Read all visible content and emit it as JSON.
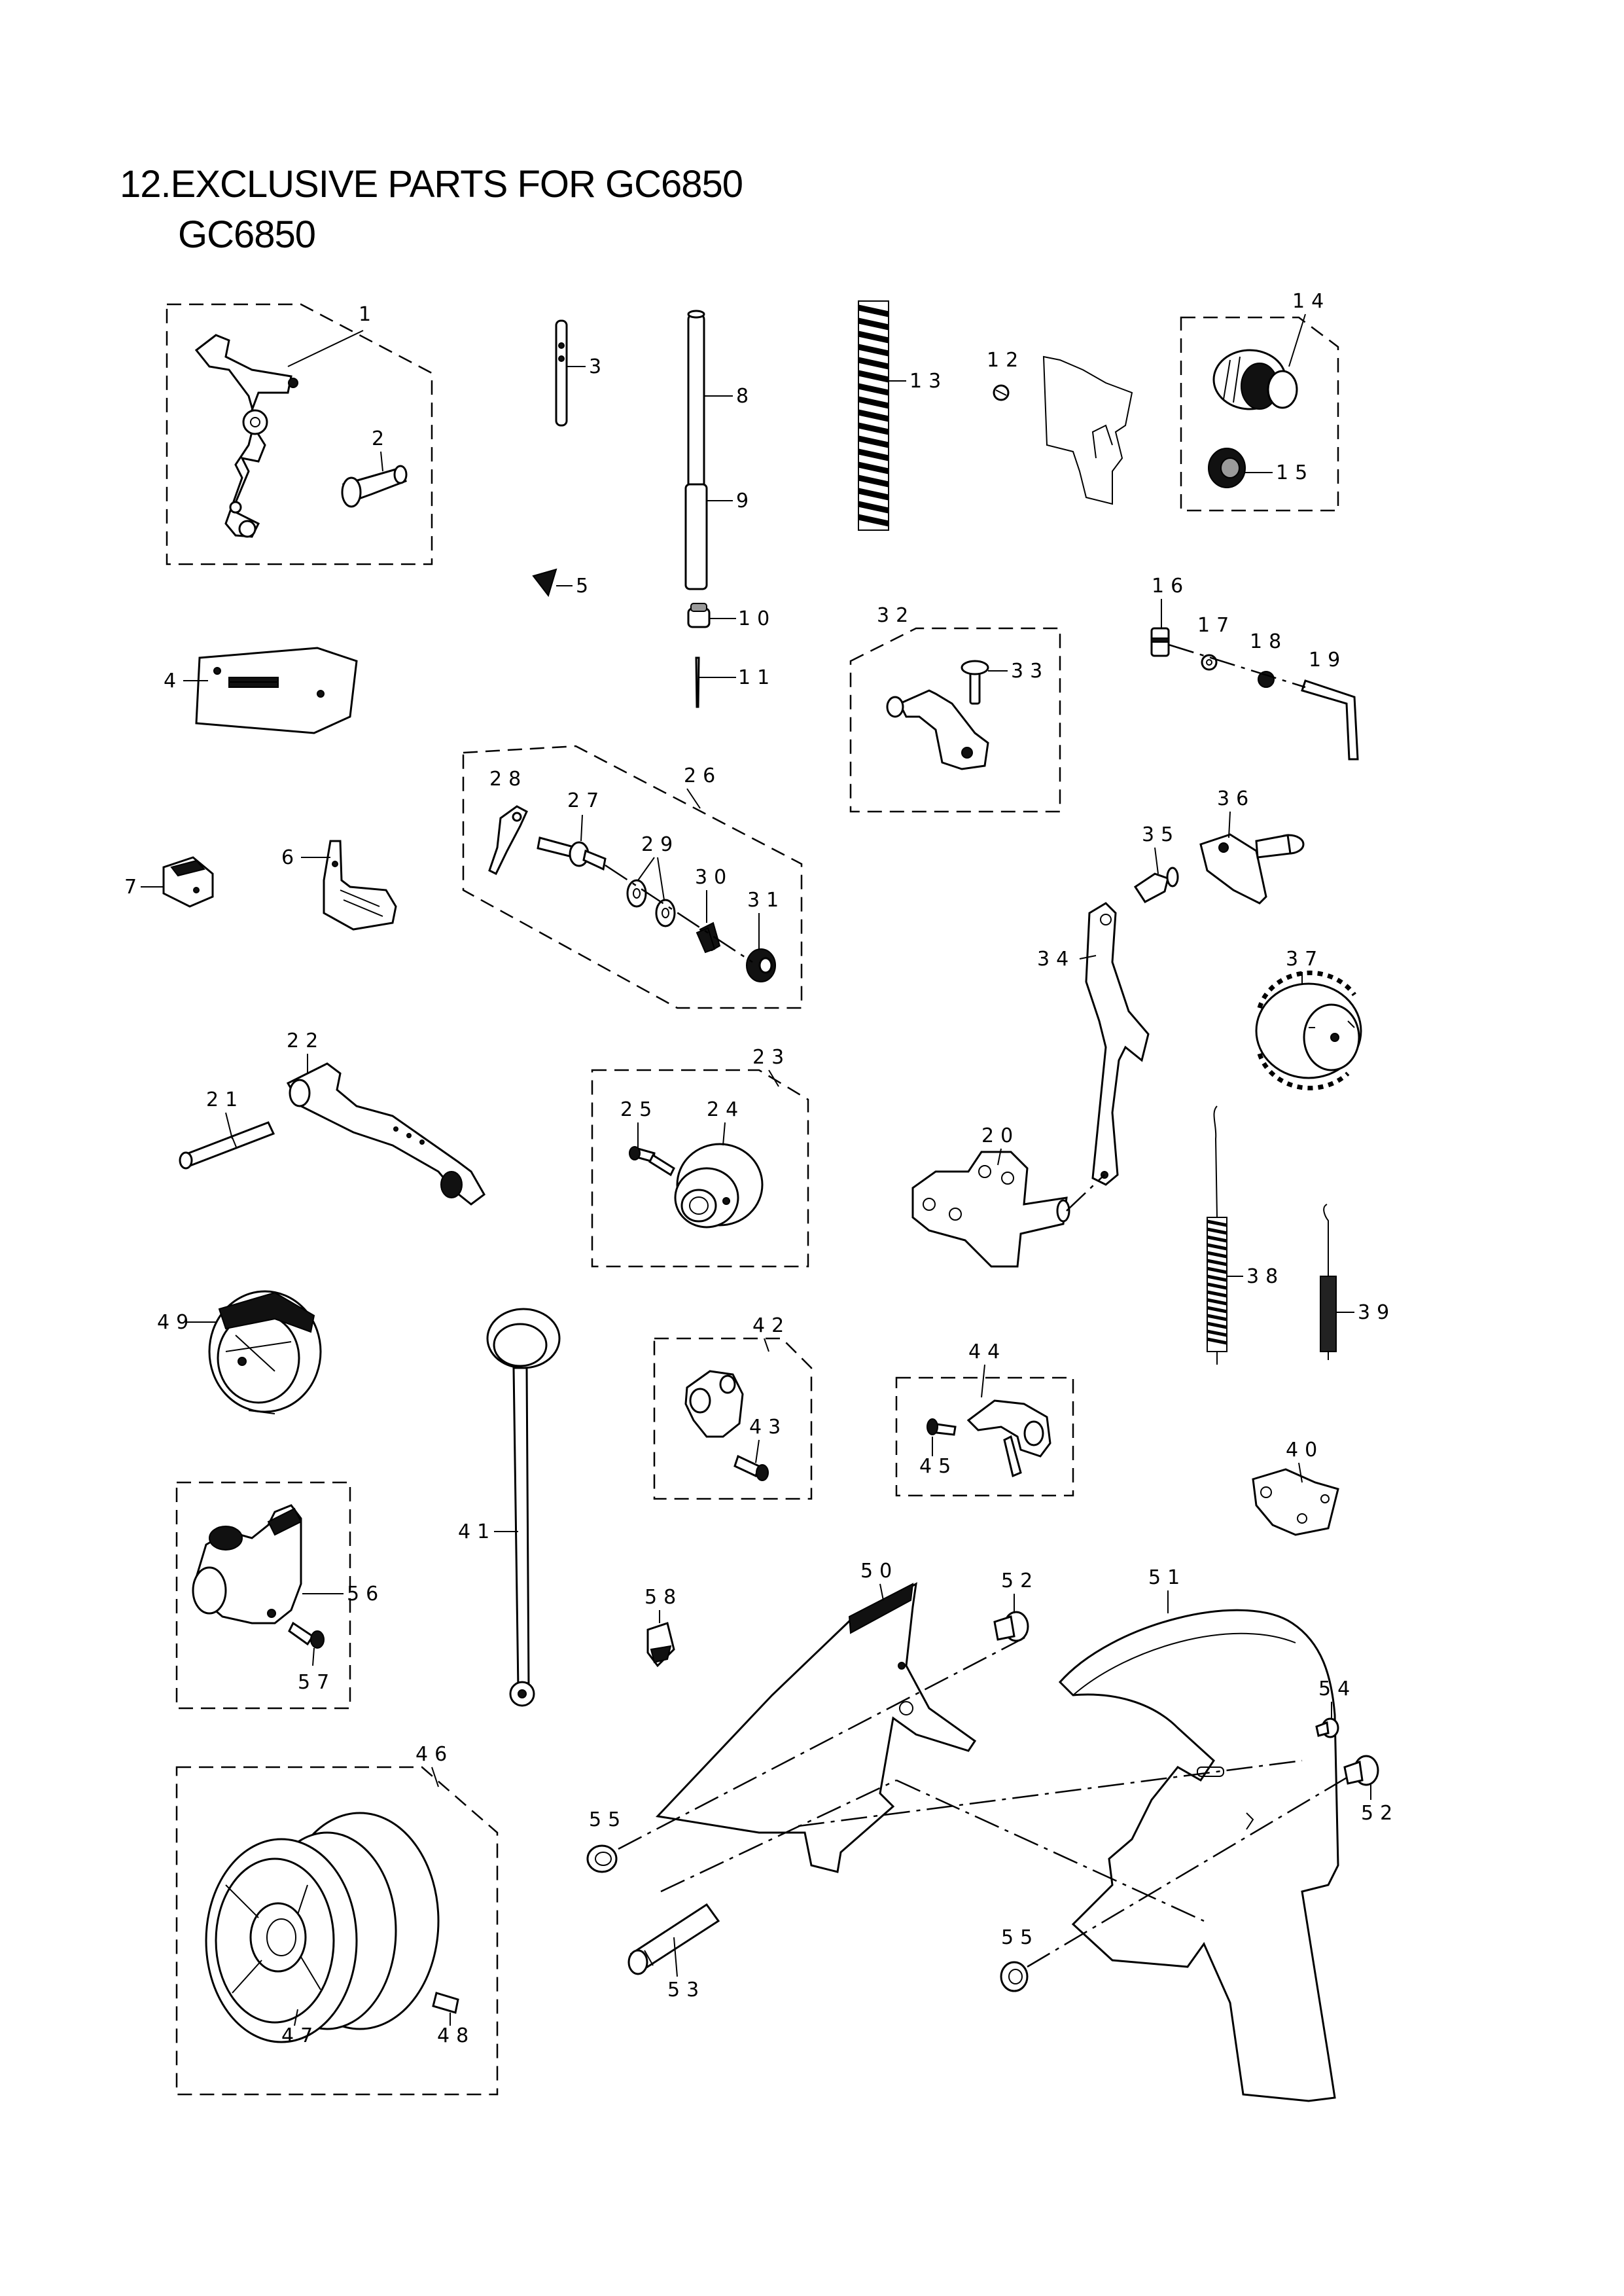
{
  "header": {
    "title": "12.EXCLUSIVE PARTS FOR GC6850",
    "subtitle": "GC6850"
  },
  "parts": {
    "p1": "1",
    "p2": "2",
    "p3": "3",
    "p4": "4",
    "p5": "5",
    "p6": "6",
    "p7": "7",
    "p8": "8",
    "p9": "9",
    "p10": "10",
    "p11": "11",
    "p12": "12",
    "p13": "13",
    "p14": "14",
    "p15": "15",
    "p16": "16",
    "p17": "17",
    "p18": "18",
    "p19": "19",
    "p20": "20",
    "p21": "21",
    "p22": "22",
    "p23": "23",
    "p24": "24",
    "p25": "25",
    "p26": "26",
    "p27": "27",
    "p28": "28",
    "p29": "29",
    "p30": "30",
    "p31": "31",
    "p32": "32",
    "p33": "33",
    "p34": "34",
    "p35": "35",
    "p36": "36",
    "p37": "37",
    "p38": "38",
    "p39": "39",
    "p40": "40",
    "p41": "41",
    "p42": "42",
    "p43": "43",
    "p44": "44",
    "p45": "45",
    "p46": "46",
    "p47": "47",
    "p48": "48",
    "p49": "49",
    "p50": "50",
    "p51": "51",
    "p52a": "52",
    "p52b": "52",
    "p53": "53",
    "p54": "54",
    "p55a": "55",
    "p55b": "55",
    "p56": "56",
    "p57": "57",
    "p58": "58"
  }
}
